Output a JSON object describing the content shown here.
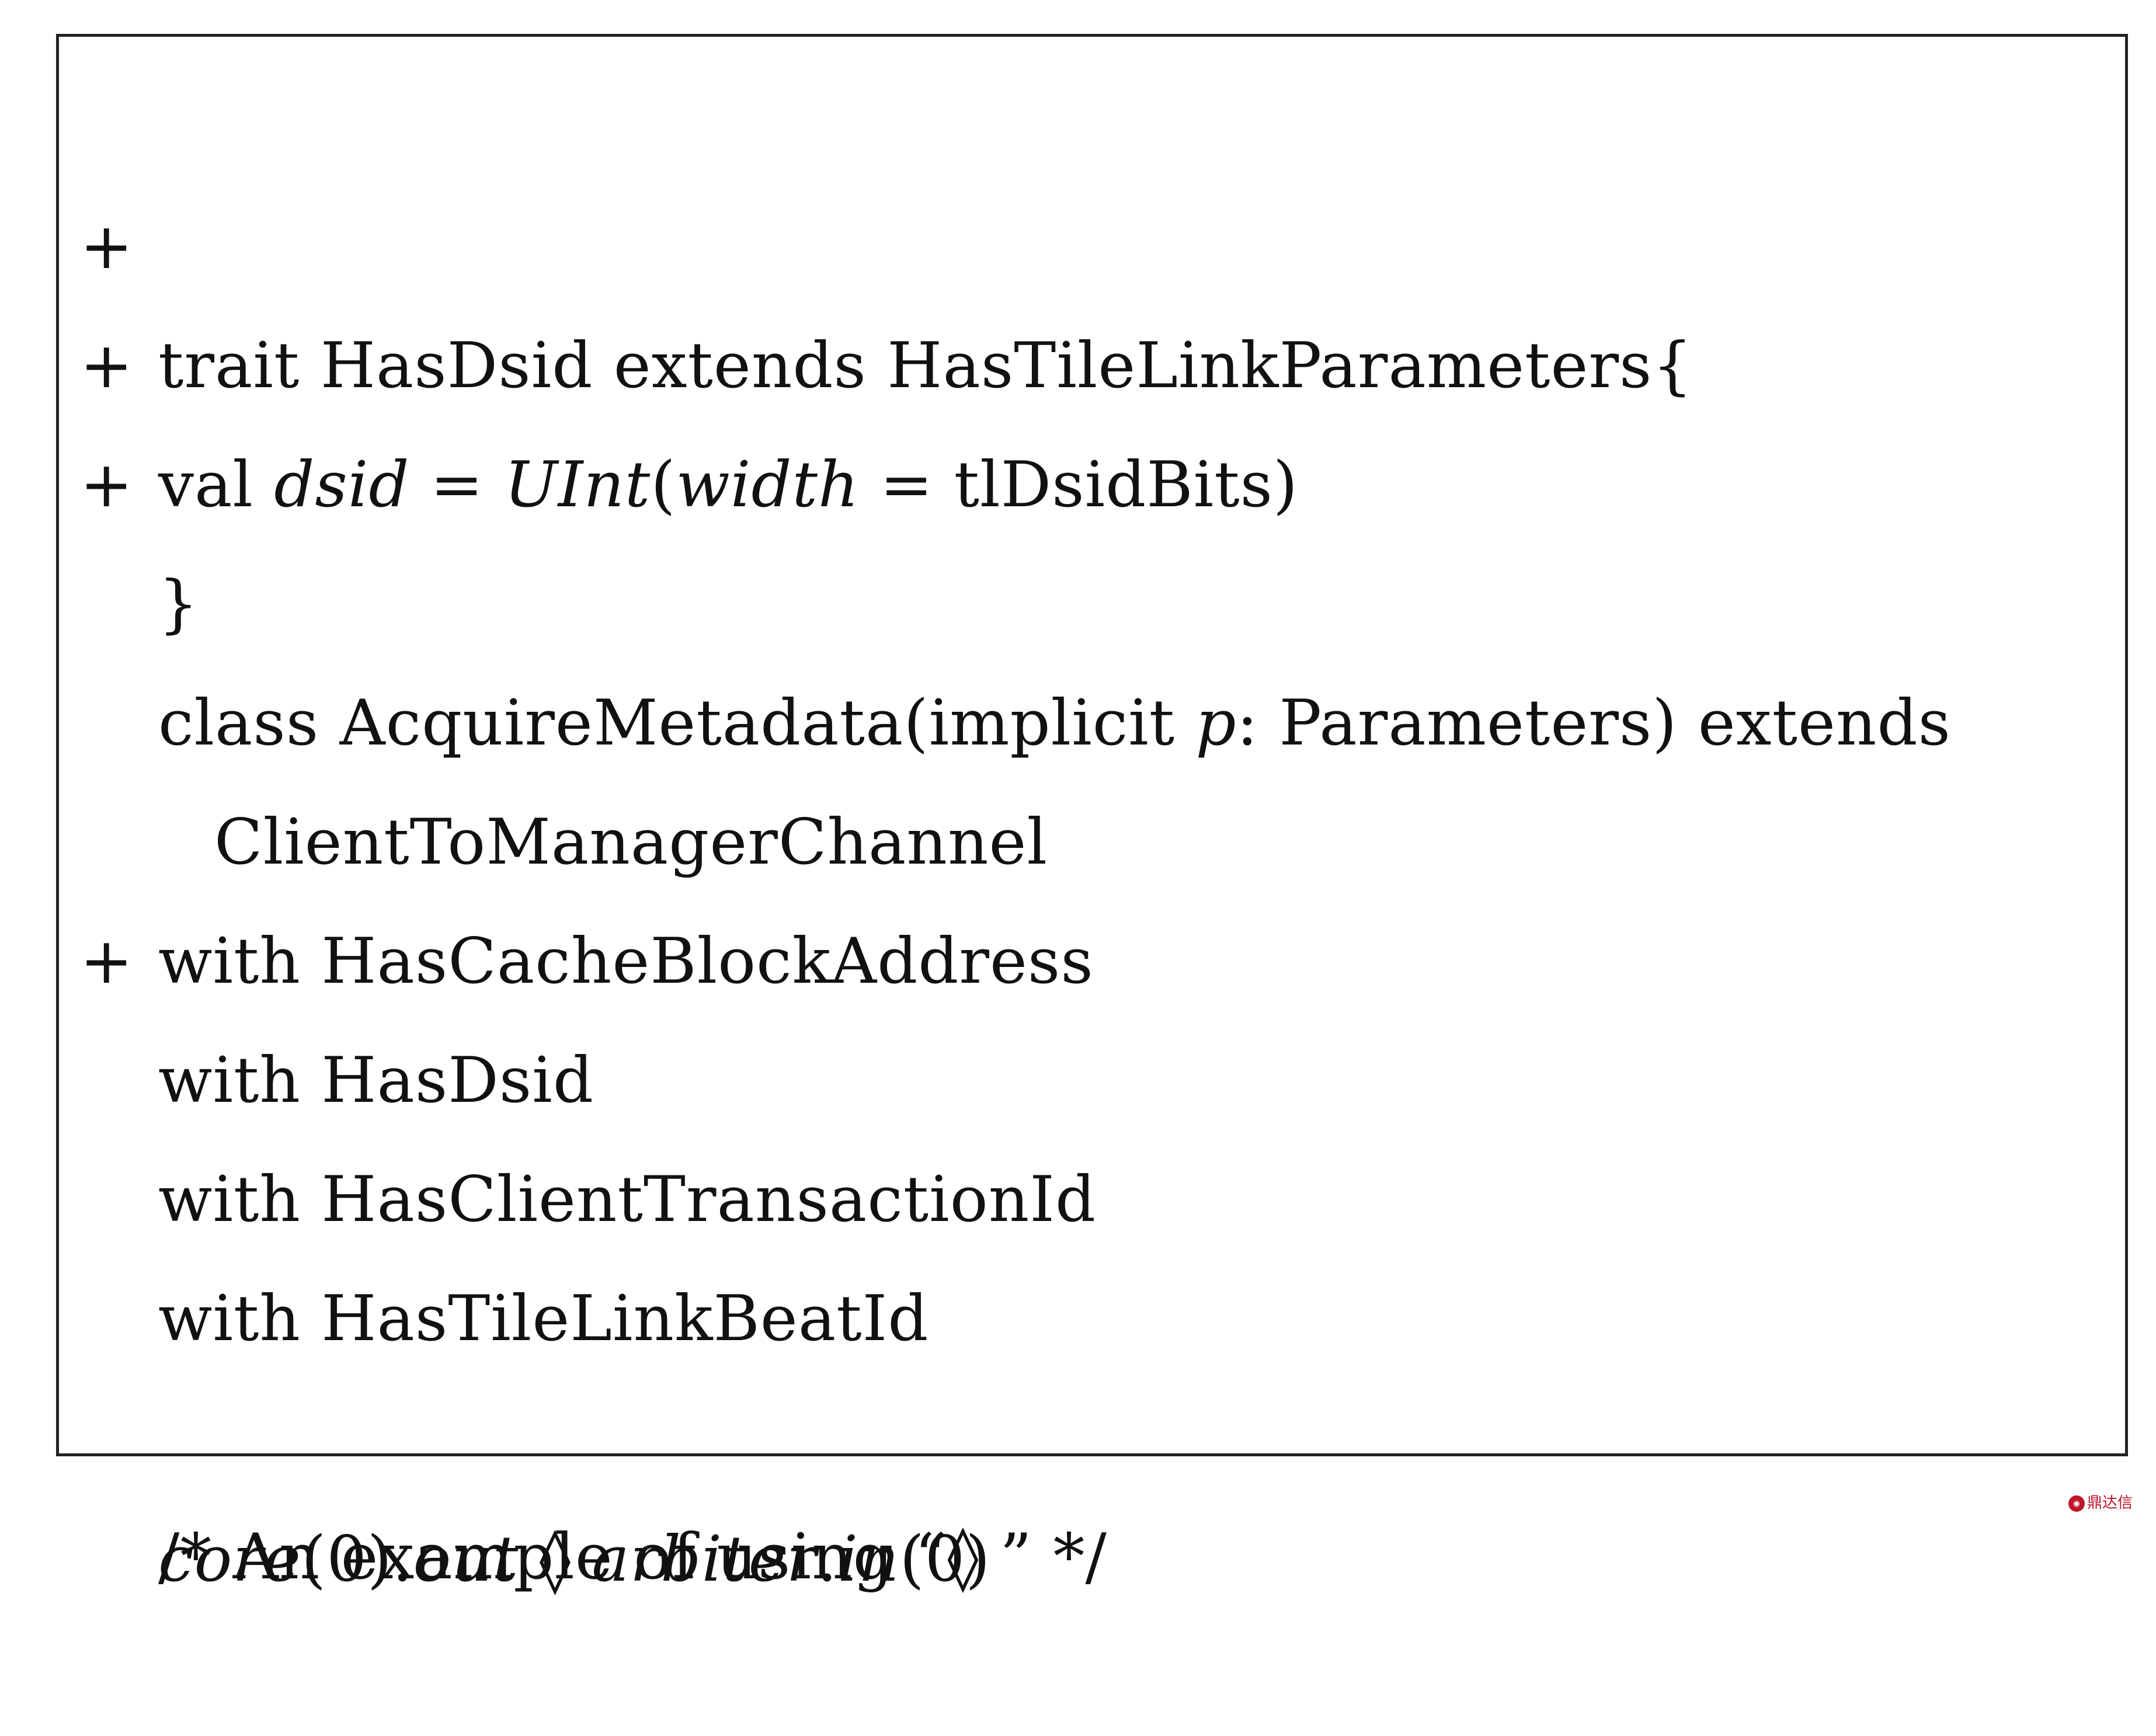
{
  "lines": [
    {
      "marker": "+",
      "segments": [
        "trait HasDsid extends HasTileLinkParameters{"
      ]
    },
    {
      "marker": "+",
      "segments": [
        "val ",
        "dsid",
        " = ",
        "UInt",
        "(",
        "width",
        " = tlDsidBits)"
      ]
    },
    {
      "marker": "+",
      "segments": [
        "}"
      ]
    },
    {
      "marker": "",
      "segments": [
        "class AcquireMetadata(implicit ",
        "p",
        ": Parameters) extends"
      ]
    },
    {
      "marker": "",
      "segments": [
        "ClientToManagerChannel"
      ]
    },
    {
      "marker": "",
      "segments": [
        "with HasCacheBlockAddress"
      ]
    },
    {
      "marker": "+",
      "segments": [
        "with HasDsid"
      ]
    },
    {
      "marker": "",
      "segments": [
        "with HasClientTransactionId"
      ]
    },
    {
      "marker": "",
      "segments": [
        "with HasTileLinkBeatId"
      ]
    },
    {
      "marker": "",
      "segments": [
        ""
      ]
    },
    {
      "marker": "",
      "segments": [
        "/* An example of using “◊ ” */"
      ]
    },
    {
      "marker": "",
      "segments": [
        "core",
        "(0).",
        "out",
        " ◊ ",
        "arbiter",
        ".",
        "in",
        "(0)"
      ]
    }
  ],
  "watermark": {
    "text": "鼎达信",
    "icon": "brand-seal-icon",
    "color": "#c0152a"
  }
}
